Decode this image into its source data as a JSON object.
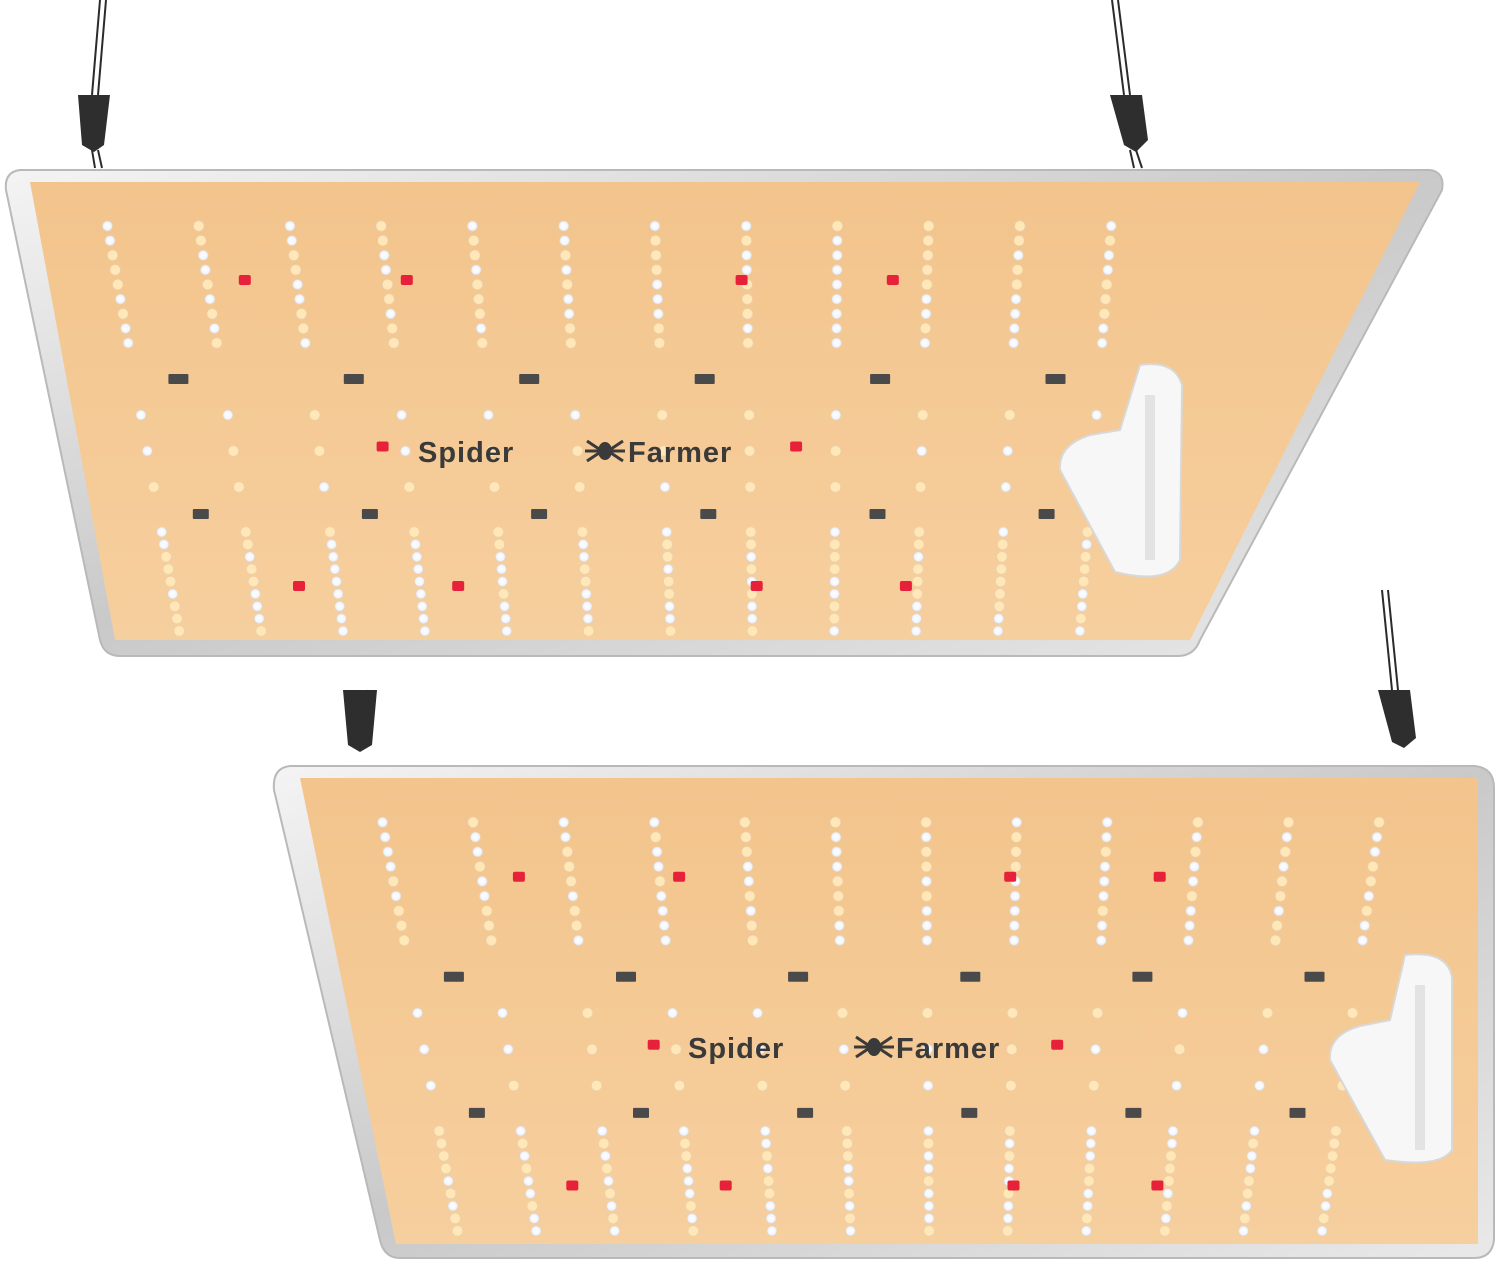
{
  "brand": {
    "name_left": "Spider",
    "name_right": "Farmer"
  },
  "colors": {
    "background": "#ffffff",
    "board": "#f2c48f",
    "board_edge": "#e6b37a",
    "frame": "#cfcfcf",
    "frame_light": "#f2f2f2",
    "led_white": "#ffffff",
    "led_warm": "#ffe7b8",
    "led_red": "#e8213a",
    "component": "#4a4a4a",
    "cable": "#2b2b2b",
    "driver_box": "#f7f7f7",
    "logo_text": "#3a3a3a"
  },
  "icons": {
    "hanger": "hanging-clip-icon",
    "logo": "spider-logo-icon",
    "driver": "driver-box-icon"
  },
  "panels": [
    {
      "label": "grow-light-panel-back"
    },
    {
      "label": "grow-light-panel-front"
    }
  ]
}
